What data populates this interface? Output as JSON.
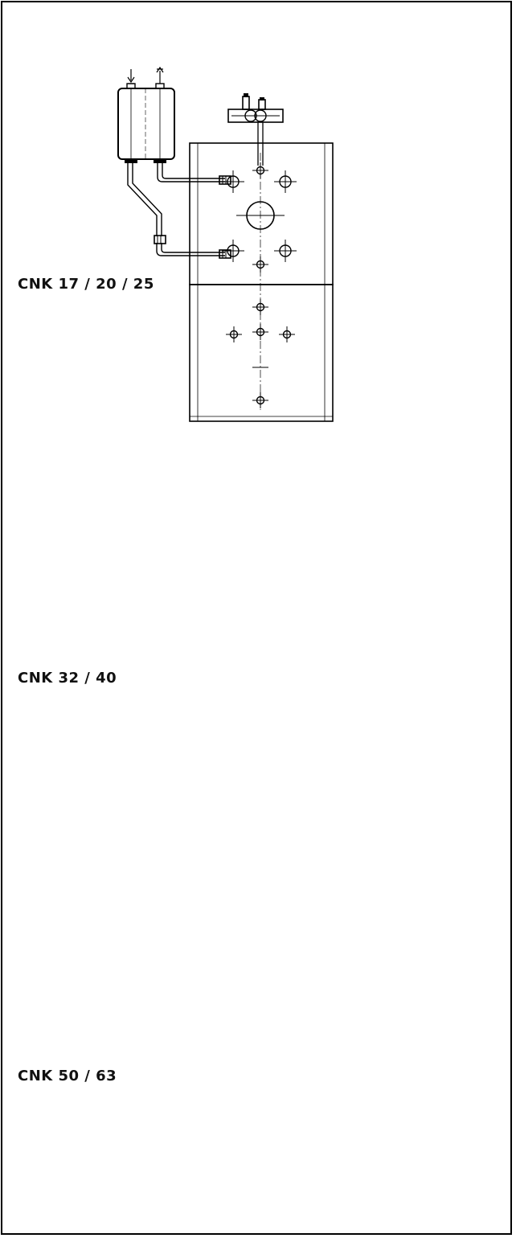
{
  "diagrams": [
    {
      "label": "CNK 17 / 20 / 25",
      "variant": "standard"
    },
    {
      "label": "CNK 32 / 40",
      "variant": "standard"
    },
    {
      "label": "CNK 50 / 63",
      "variant": "large"
    }
  ],
  "colors": {
    "line": "#000000",
    "background": "#ffffff"
  },
  "icons": [
    "arrow-in-icon",
    "arrow-out-icon",
    "port-circle-icon",
    "valve-block-icon"
  ]
}
